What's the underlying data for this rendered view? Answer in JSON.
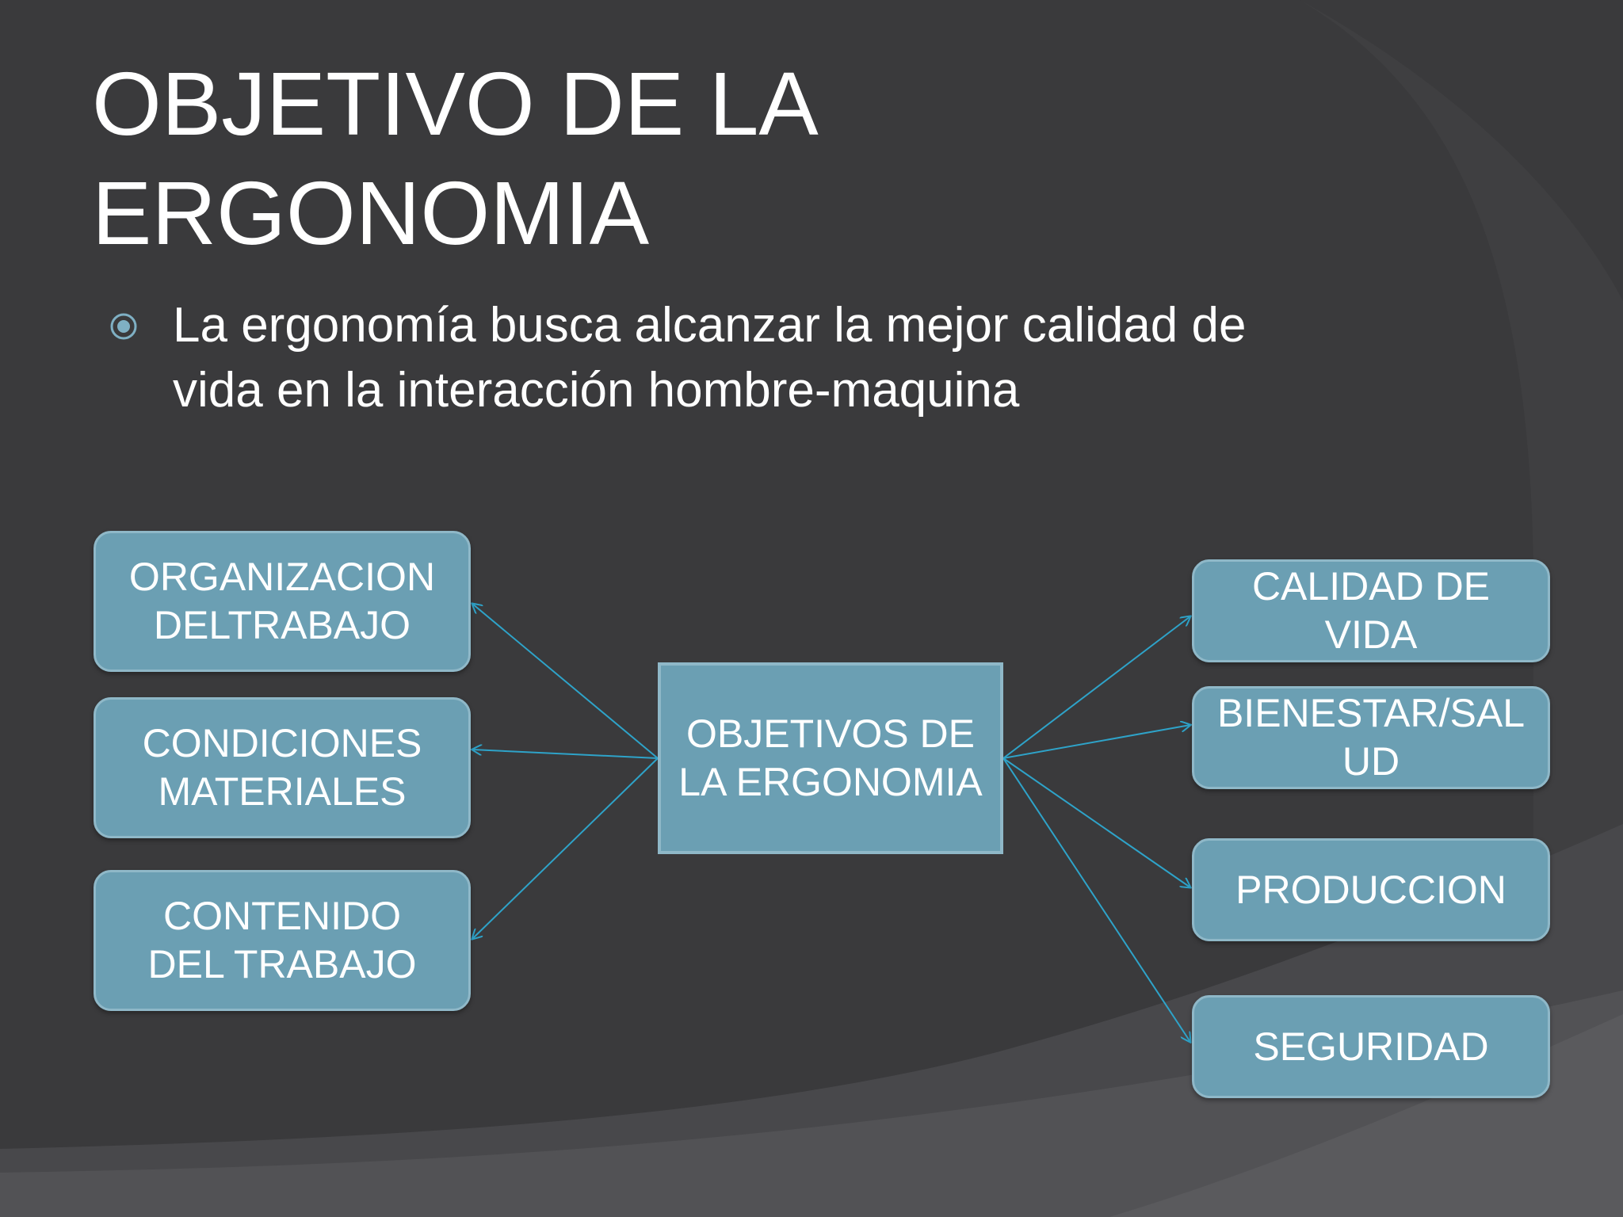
{
  "slide": {
    "title_lines": [
      "OBJETIVO DE LA",
      "ERGONOMIA"
    ],
    "bullet": {
      "icon": "circle-bullet-icon",
      "lines": [
        "La ergonomía busca alcanzar la mejor calidad de",
        "vida en la interacción hombre-maquina"
      ]
    }
  },
  "diagram": {
    "center": {
      "lines": [
        "OBJETIVOS DE",
        "LA ERGONOMIA"
      ]
    },
    "left": [
      {
        "lines": [
          "ORGANIZACION",
          "DELTRABAJO"
        ]
      },
      {
        "lines": [
          "CONDICIONES",
          "MATERIALES"
        ]
      },
      {
        "lines": [
          "CONTENIDO",
          "DEL TRABAJO"
        ]
      }
    ],
    "right": [
      {
        "lines": [
          "CALIDAD DE",
          "VIDA"
        ]
      },
      {
        "lines": [
          "BIENESTAR/SAL",
          "UD"
        ]
      },
      {
        "lines": [
          "PRODUCCION"
        ]
      },
      {
        "lines": [
          "SEGURIDAD"
        ]
      }
    ]
  },
  "colors": {
    "background": "#3a3a3c",
    "box_fill": "#6b9fb3",
    "box_border": "#8fb8c8",
    "arrow": "#2ea3c9",
    "text": "#ffffff"
  }
}
